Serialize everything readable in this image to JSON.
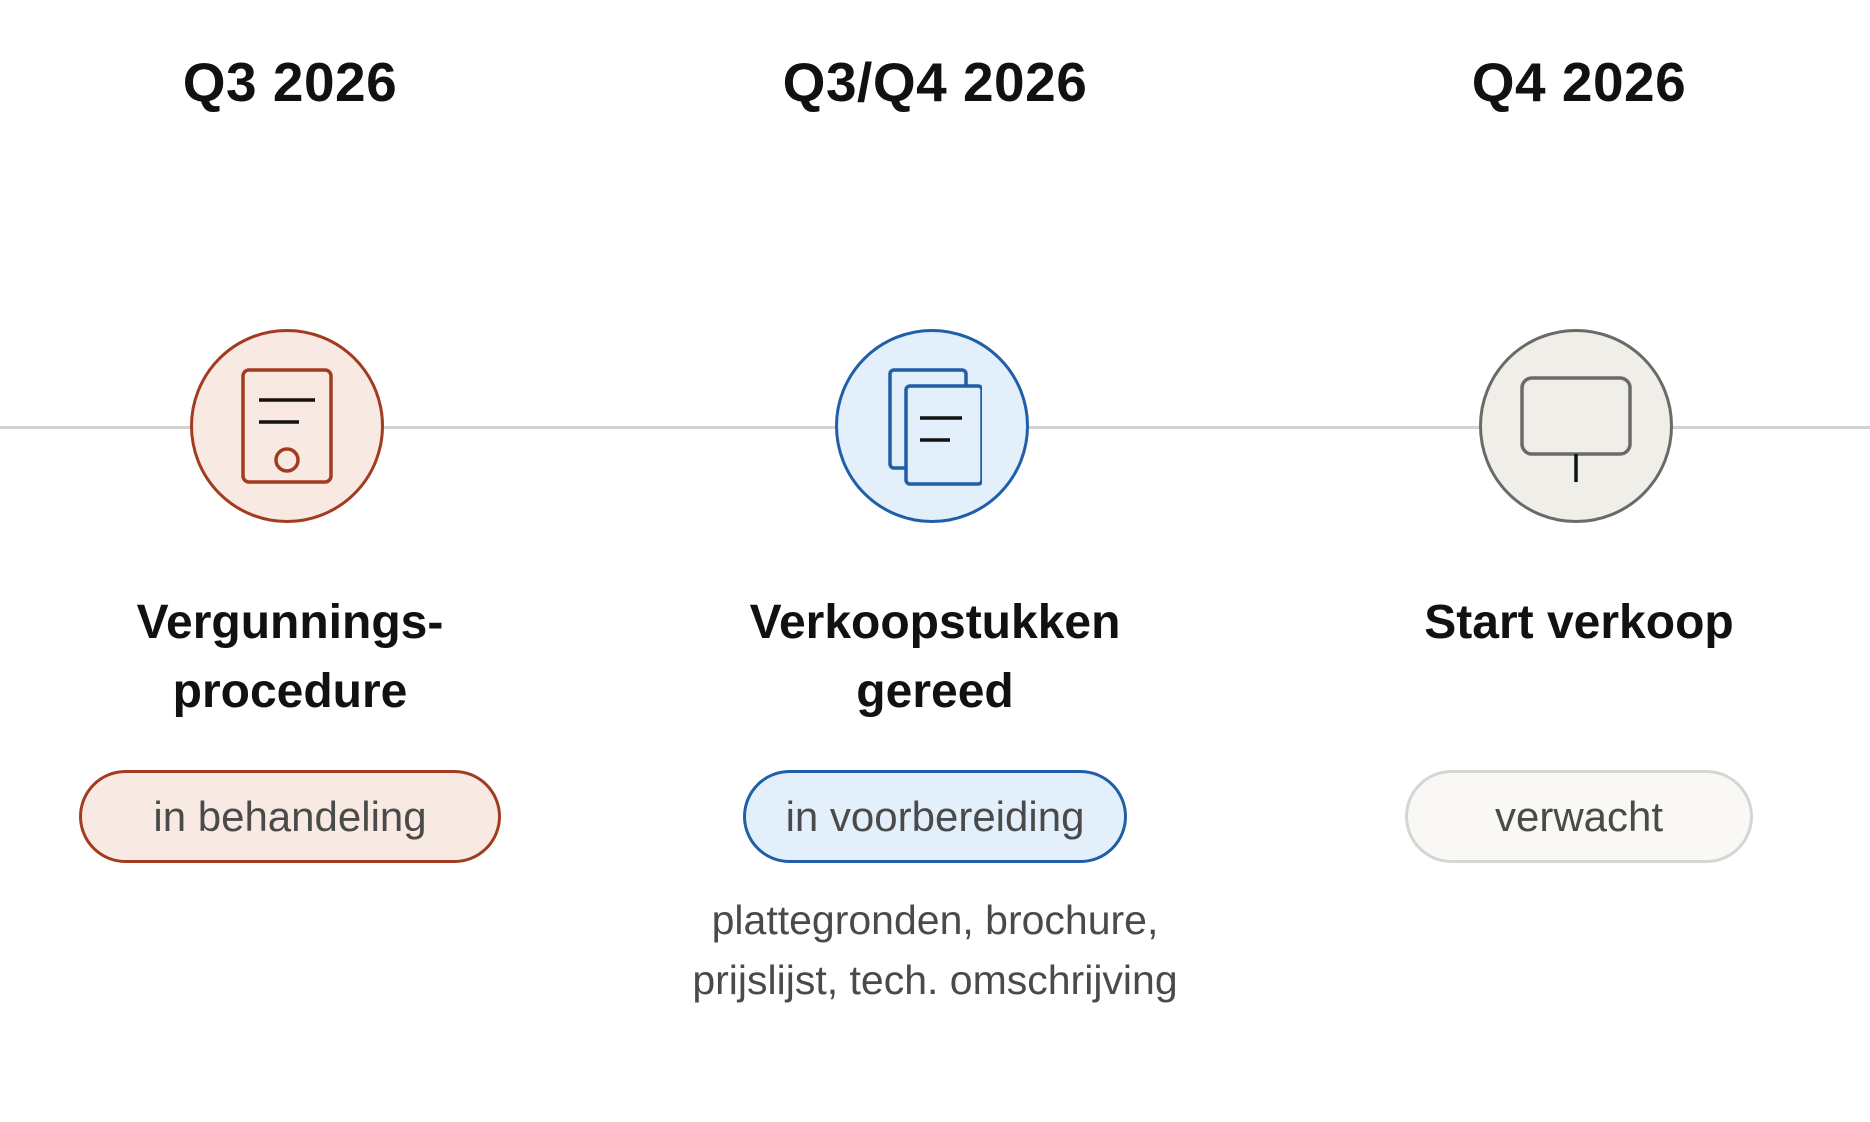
{
  "steps": [
    {
      "quarter": "Q3 2026",
      "title_lines": [
        "Vergunnings-",
        "procedure"
      ],
      "status": "in behandeling",
      "icon": "document-icon",
      "color": "#a23c20",
      "note_lines": []
    },
    {
      "quarter": "Q3/Q4 2026",
      "title_lines": [
        "Verkoopstukken",
        "gereed"
      ],
      "status": "in voorbereiding",
      "icon": "stacked-documents-icon",
      "color": "#1f5ea8",
      "note_lines": [
        "plattegronden, brochure,",
        "prijslijst, tech. omschrijving"
      ]
    },
    {
      "quarter": "Q4 2026",
      "title_lines": [
        "Start verkoop"
      ],
      "status": "verwacht",
      "icon": "sign-board-icon",
      "color": "#6b6a66",
      "note_lines": []
    }
  ]
}
